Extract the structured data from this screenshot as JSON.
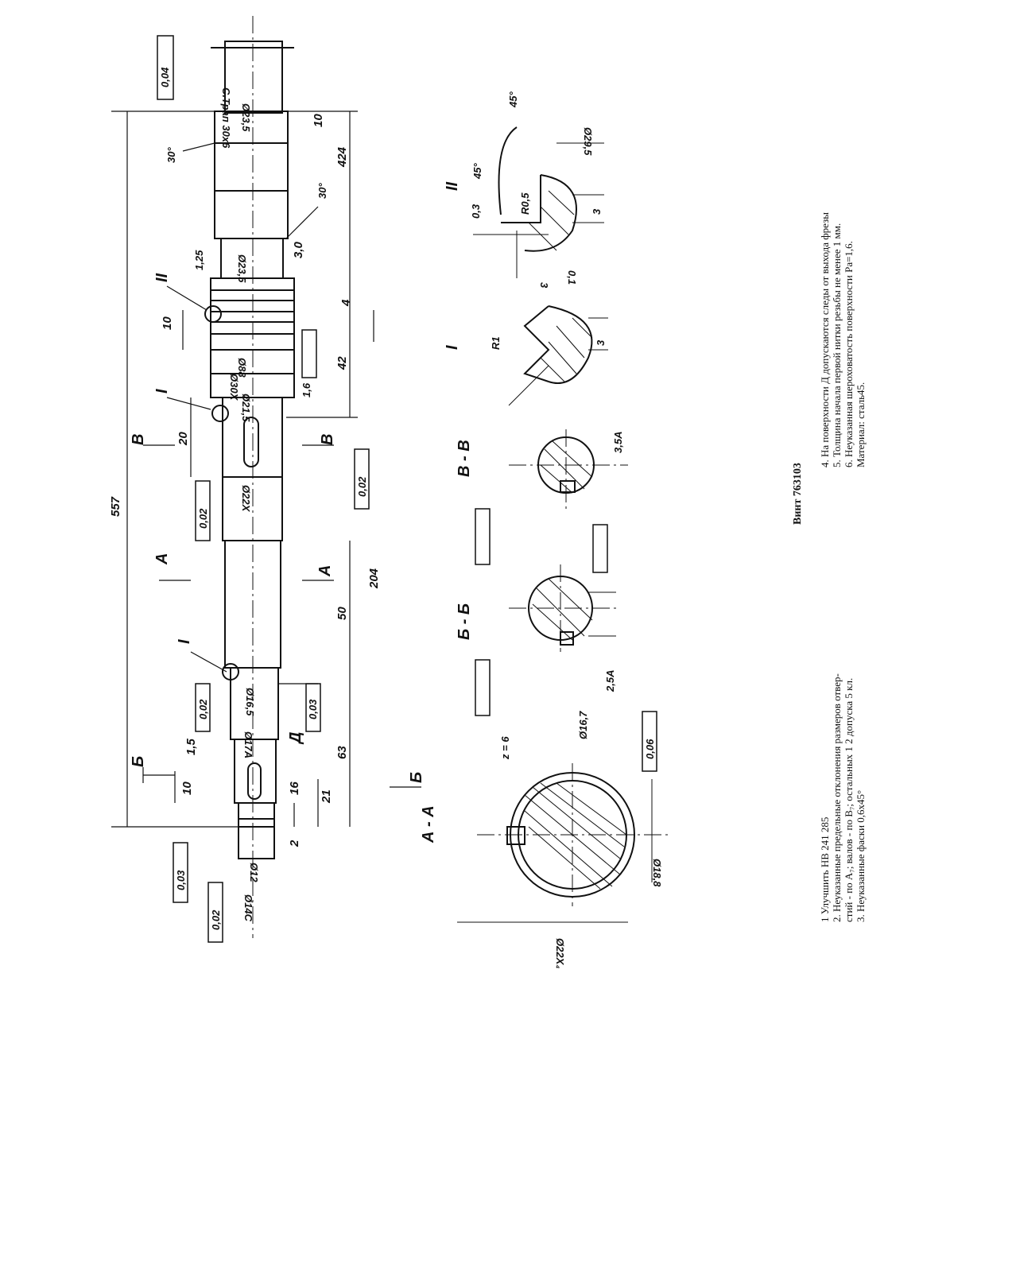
{
  "title": "Винт 763103",
  "notes_left": [
    "1  Улучшить НВ 241 285",
    "2. Неуказанные предельные отклонения размеров   отвер-",
    "стий - по А₇;  валов - по В₇; остальных     1 2 допуска 5 кл.",
    "3. Неуказанные фаски 0,6х45°"
  ],
  "notes_right": [
    "4. На поверхности Д допускаются следы от выхода фрезы",
    "5. Толщина начала первой нитки резьбы не менее 1 мм.",
    "6. Неуказанная  шероховатость   поверхности  Ра=1,6.",
    "Материал: сталь45."
  ],
  "dimensions": {
    "overall_length": "557",
    "d_thread_end": "С.Трап 30х6",
    "d235_top": "Ø23,5",
    "d235_mid": "Ø23,5",
    "d88": "Ø88",
    "d30x": "Ø30Х",
    "d215": "Ø21,5",
    "d22x": "Ø22Х",
    "d165": "Ø16,5",
    "d17": "Ø17А",
    "d12": "Ø12",
    "d14c": "Ø14С",
    "len_424": "424",
    "len_10_top": "10",
    "len_42": "42",
    "len_20": "20",
    "len_50": "50",
    "len_204": "204",
    "len_63": "63",
    "len_16": "16",
    "len_21": "21",
    "len_2": "2",
    "len_15": "1,5",
    "len_10_left": "10",
    "len_10_mid": "10",
    "len_4": "4",
    "len_30": "3,0",
    "angle_30a": "30°",
    "angle_30b": "30°",
    "angle_45a": "45°",
    "angle_45b": "45°",
    "r05": "R0,5",
    "r1": "R1",
    "r03": "0,3",
    "d295": "Ø29,5",
    "dim_3a": "3",
    "dim_3b": "3",
    "dim_3c": "3",
    "dim_01": "0,1",
    "dim_35": "3,5А",
    "dim_25": "2,5А",
    "d187": "Ø16,7",
    "d188": "Ø18,8",
    "d22x4": "Ø22Х₄",
    "z6": "z = 6",
    "tol_002a": "0,02",
    "tol_002b": "0,02",
    "tol_002c": "0,02",
    "tol_004": "0,04",
    "tol_003": "0,03",
    "tol_003b": "0,03",
    "tol_006": "0,06",
    "tol_002d": "0,02",
    "rough_125": "1,25",
    "rough_16": "1,6"
  },
  "section_labels": {
    "a": "А",
    "b": "Б",
    "v": "В",
    "aa": "А - А",
    "bb": "Б - Б",
    "vv": "В - В",
    "i": "I",
    "ii": "II",
    "d": "Д"
  }
}
